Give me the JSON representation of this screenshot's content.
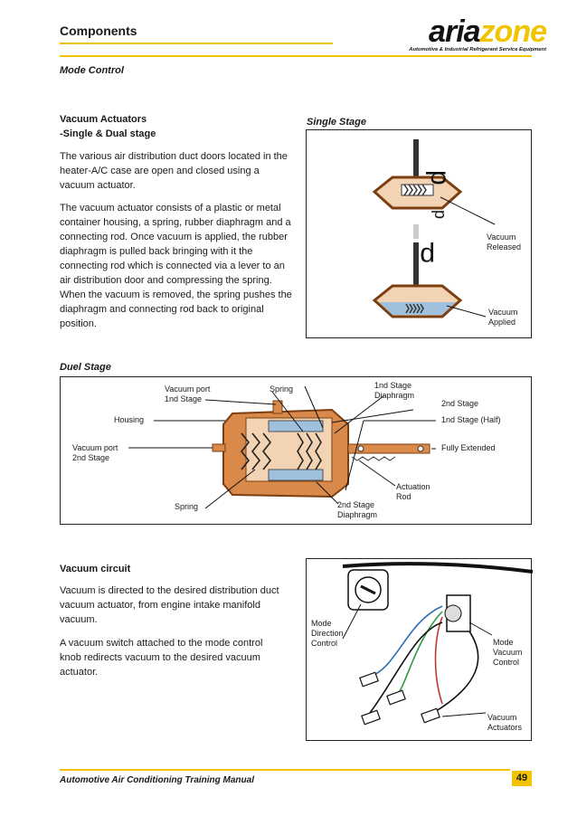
{
  "header": {
    "section": "Components",
    "brand_part1": "aria",
    "brand_part2": "zone",
    "brand_tagline": "Automotive & Industrial Refrigerant Service Equipment"
  },
  "page_title": "Mode Control",
  "vacuum_actuators": {
    "heading_line1": "Vacuum Actuators",
    "heading_line2": "-Single & Dual stage",
    "para1": "The various air distribution duct doors located in the heater-A/C case are open and closed using a vacuum actuator.",
    "para2": "The vacuum actuator consists of a plastic or metal container housing, a spring, rubber diaphragm and a connecting rod. Once vacuum is applied, the rubber diaphragm is pulled back bringing with it the connecting rod which is connected via a lever to an air distribution door and compressing the spring. When the vacuum is removed, the spring pushes the diaphragm and connecting rod back to original position."
  },
  "single_stage": {
    "title": "Single Stage",
    "label_released_1": "Vacuum",
    "label_released_2": "Released",
    "label_applied_1": "Vacuum",
    "label_applied_2": "Applied"
  },
  "dual_stage": {
    "title": "Duel Stage",
    "vacuum_port_1nd_1": "Vacuum port",
    "vacuum_port_1nd_2": "1nd Stage",
    "spring_top": "Spring",
    "diaphragm_1nd_1": "1nd Stage",
    "diaphragm_1nd_2": "Diaphragm",
    "stage_2nd": "2nd Stage",
    "housing": "Housing",
    "stage_1nd_half": "1nd Stage (Half)",
    "vacuum_port_2nd_1": "Vacuum port",
    "vacuum_port_2nd_2": "2nd Stage",
    "fully_extended": "Fully Extended",
    "actuation_rod_1": "Actuation",
    "actuation_rod_2": "Rod",
    "spring_bottom": "Spring",
    "diaphragm_2nd_1": "2nd Stage",
    "diaphragm_2nd_2": "Diaphragm"
  },
  "vacuum_circuit": {
    "heading": "Vacuum circuit",
    "para1": "Vacuum is directed to the desired distribution duct vacuum actuator, from engine intake manifold vacuum.",
    "para2": "A vacuum switch attached to the mode control knob redirects vacuum to the desired vacuum actuator.",
    "mode_direction_1": "Mode",
    "mode_direction_2": "Direction",
    "mode_direction_3": "Control",
    "mode_vacuum_1": "Mode",
    "mode_vacuum_2": "Vacuum",
    "mode_vacuum_3": "Control",
    "actuators_1": "Vacuum",
    "actuators_2": "Actuators"
  },
  "footer": {
    "manual_title": "Automotive Air Conditioning Training Manual",
    "page_number": "49"
  },
  "colors": {
    "accent": "#f2c400",
    "housing_orange": "#d9894a",
    "housing_light": "#f2d3b3",
    "diaphragm_blue": "#9fc1de",
    "hose_blue": "#2a6fb5",
    "hose_green": "#2e9a3e",
    "hose_red": "#c0392b"
  }
}
